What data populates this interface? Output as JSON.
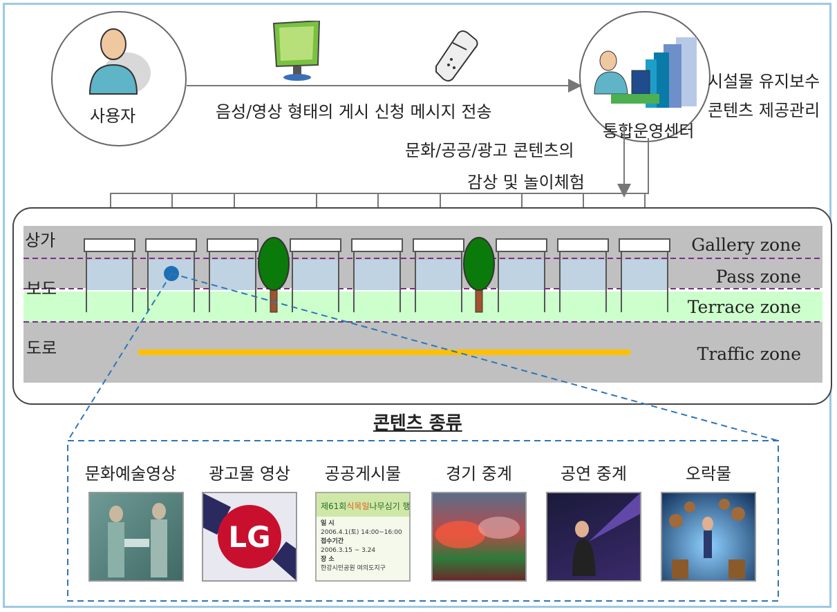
{
  "nodes": {
    "user": "사용자",
    "center": "통합운영센터",
    "center_side_1": "시설물 유지보수",
    "center_side_2": "콘텐츠 제공관리"
  },
  "edges": {
    "request": "음성/영상 형태의 게시 신청 메시지 전송",
    "content_line1": "문화/공공/광고 콘텐츠의",
    "content_line2": "감상 및 놀이체험"
  },
  "street": {
    "side_labels": [
      "상가",
      "보도",
      "도로"
    ],
    "zones": [
      "Gallery zone",
      "Pass zone",
      "Terrace zone",
      "Traffic zone"
    ]
  },
  "contents": {
    "title": "콘텐츠 종류",
    "categories": [
      "문화예술영상",
      "광고물 영상",
      "공공게시물",
      "경기 중계",
      "공연 중계",
      "오락물"
    ],
    "poster": {
      "title_prefix": "제61회",
      "title_highlight": "식목일",
      "title_suffix": "나무심기 행사",
      "row1_label": "일 시",
      "row1_value": "2006.4.1(토) 14:00~16:00",
      "row2_label": "접수기간",
      "row2_value": "2006.3.15 ~ 3.24",
      "row3_label": "장 소",
      "row3_value": "한강시민공원 여의도지구"
    },
    "logo_text": "LG"
  },
  "colors": {
    "frame": "#9cc9e3",
    "gallery": "#c0c0c0",
    "terrace": "#ccffcc",
    "zone_line": "#7b2a8c",
    "panel": "#bfd3e2",
    "tree": "#0a7a0a",
    "traffic_line": "#ffc000",
    "dash": "#2e74b5"
  }
}
